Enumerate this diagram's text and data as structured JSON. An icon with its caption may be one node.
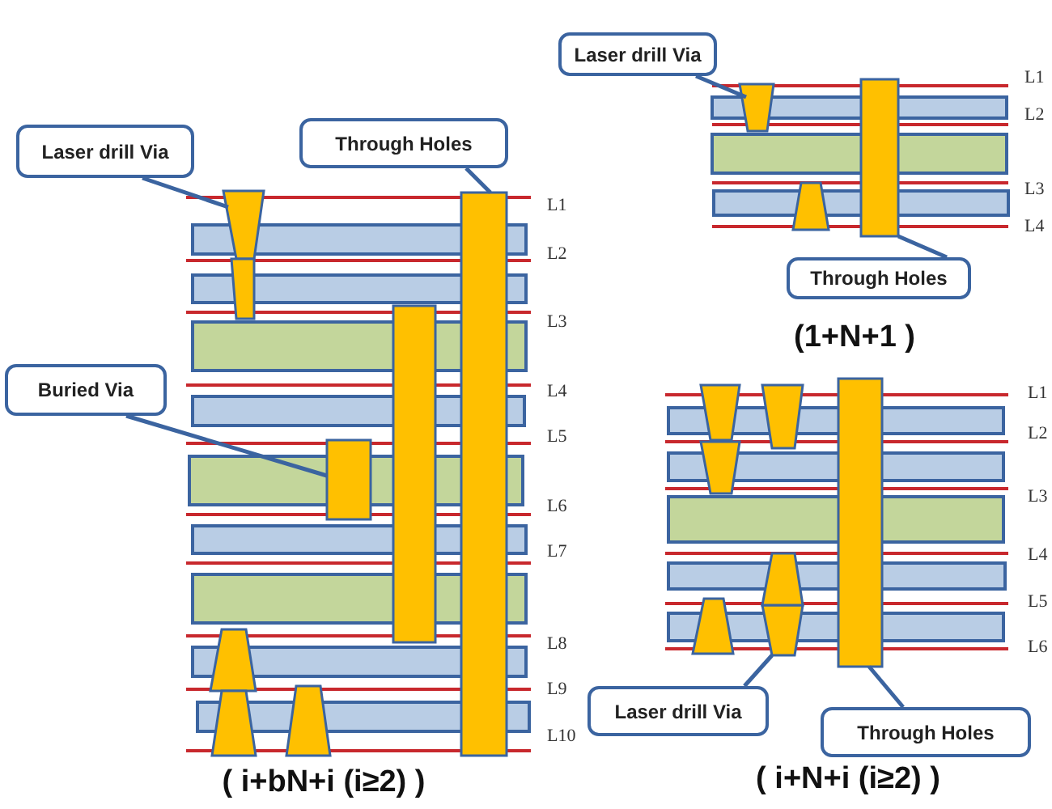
{
  "diagram": {
    "nodes": [
      {
        "text": [
          "Laser drill Via"
        ]
      },
      {
        "text": [],
        "shape": "trapezoid"
      },
      {
        "text": [
          "Through Holes"
        ]
      },
      {
        "text": [],
        "shape": "bar"
      },
      {
        "text": [
          "Buried Via"
        ]
      },
      {
        "text": [],
        "shape": "box"
      },
      {
        "text": [
          "Laser drill Via"
        ]
      },
      {
        "text": [],
        "shape": "trapezoid"
      },
      {
        "text": [
          "Through Holes"
        ]
      },
      {
        "text": [],
        "shape": "bar"
      },
      {
        "text": [
          "Laser drill Via"
        ]
      },
      {
        "text": [],
        "shape": "trapezoid"
      },
      {
        "text": [
          "Through Holes"
        ]
      },
      {
        "text": [],
        "shape": "bar"
      },
      {
        "text": [],
        "shape": "trapezoid"
      },
      {
        "text": [],
        "shape": "bar"
      },
      {
        "text": [],
        "shape": "trapezoid"
      },
      {
        "text": [],
        "shape": "trapezoid"
      },
      {
        "text": [],
        "shape": "trapezoid"
      },
      {
        "text": [],
        "shape": "trapezoid"
      },
      {
        "text": [],
        "shape": "trapezoid"
      },
      {
        "text": [],
        "shape": "trapezoid"
      },
      {
        "text": [],
        "shape": "trapezoid"
      },
      {
        "text": [],
        "shape": "trapezoid"
      },
      {
        "text": [],
        "shape": "trapezoid"
      }
    ],
    "edges": [
      {
        "from": 0,
        "to": 1,
        "arrow": "none"
      },
      {
        "from": 2,
        "to": 3,
        "arrow": "none"
      },
      {
        "from": 4,
        "to": 5,
        "arrow": "none"
      },
      {
        "from": 6,
        "to": 7,
        "arrow": "none"
      },
      {
        "from": 8,
        "to": 9,
        "arrow": "none"
      },
      {
        "from": 10,
        "to": 11,
        "arrow": "none"
      },
      {
        "from": 12,
        "to": 13,
        "arrow": "none"
      }
    ],
    "labels": [
      "L1",
      "L2",
      "L3",
      "L4",
      "L5",
      "L6",
      "L7",
      "L8",
      "L9",
      "L10",
      "( i+bN+i (i≥2) )",
      "L1",
      "L2",
      "L3",
      "L4",
      "(1+N+1 )",
      "L1",
      "L2",
      "L3",
      "L4",
      "L5",
      "L6",
      "( i+N+i (i≥2) )"
    ]
  }
}
